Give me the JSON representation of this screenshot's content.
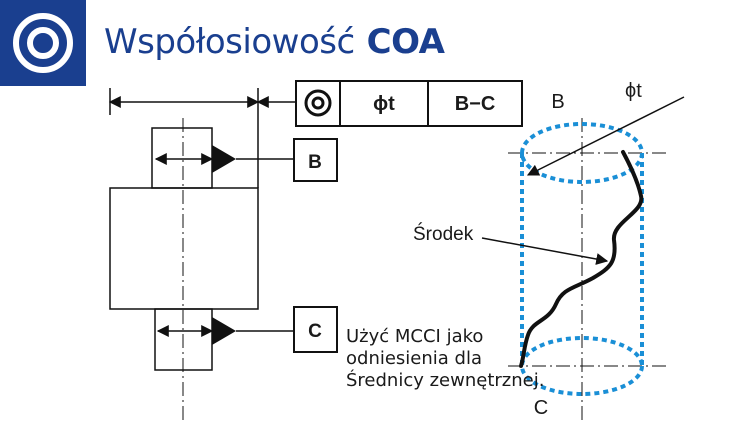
{
  "header": {
    "title_main": "Współosiowość",
    "title_code": "COA",
    "brand_color": "#1a3f8f",
    "icon": "concentricity-symbol-icon"
  },
  "frame": {
    "symbol_icon": "concentricity-symbol-icon",
    "tolerance": "ϕt",
    "datum_ref": "B−C"
  },
  "datums": {
    "b": "B",
    "c": "C"
  },
  "cylinder": {
    "label_top": "B",
    "label_bottom": "C",
    "tolerance_label": "ϕt",
    "center_label": "Środek",
    "tolerance_zone_color": "#1a8fd6"
  },
  "note": {
    "line1": "Użyć MCCI jako",
    "line2": "odniesienia dla",
    "line3": "Średnicy zewnętrznej."
  }
}
